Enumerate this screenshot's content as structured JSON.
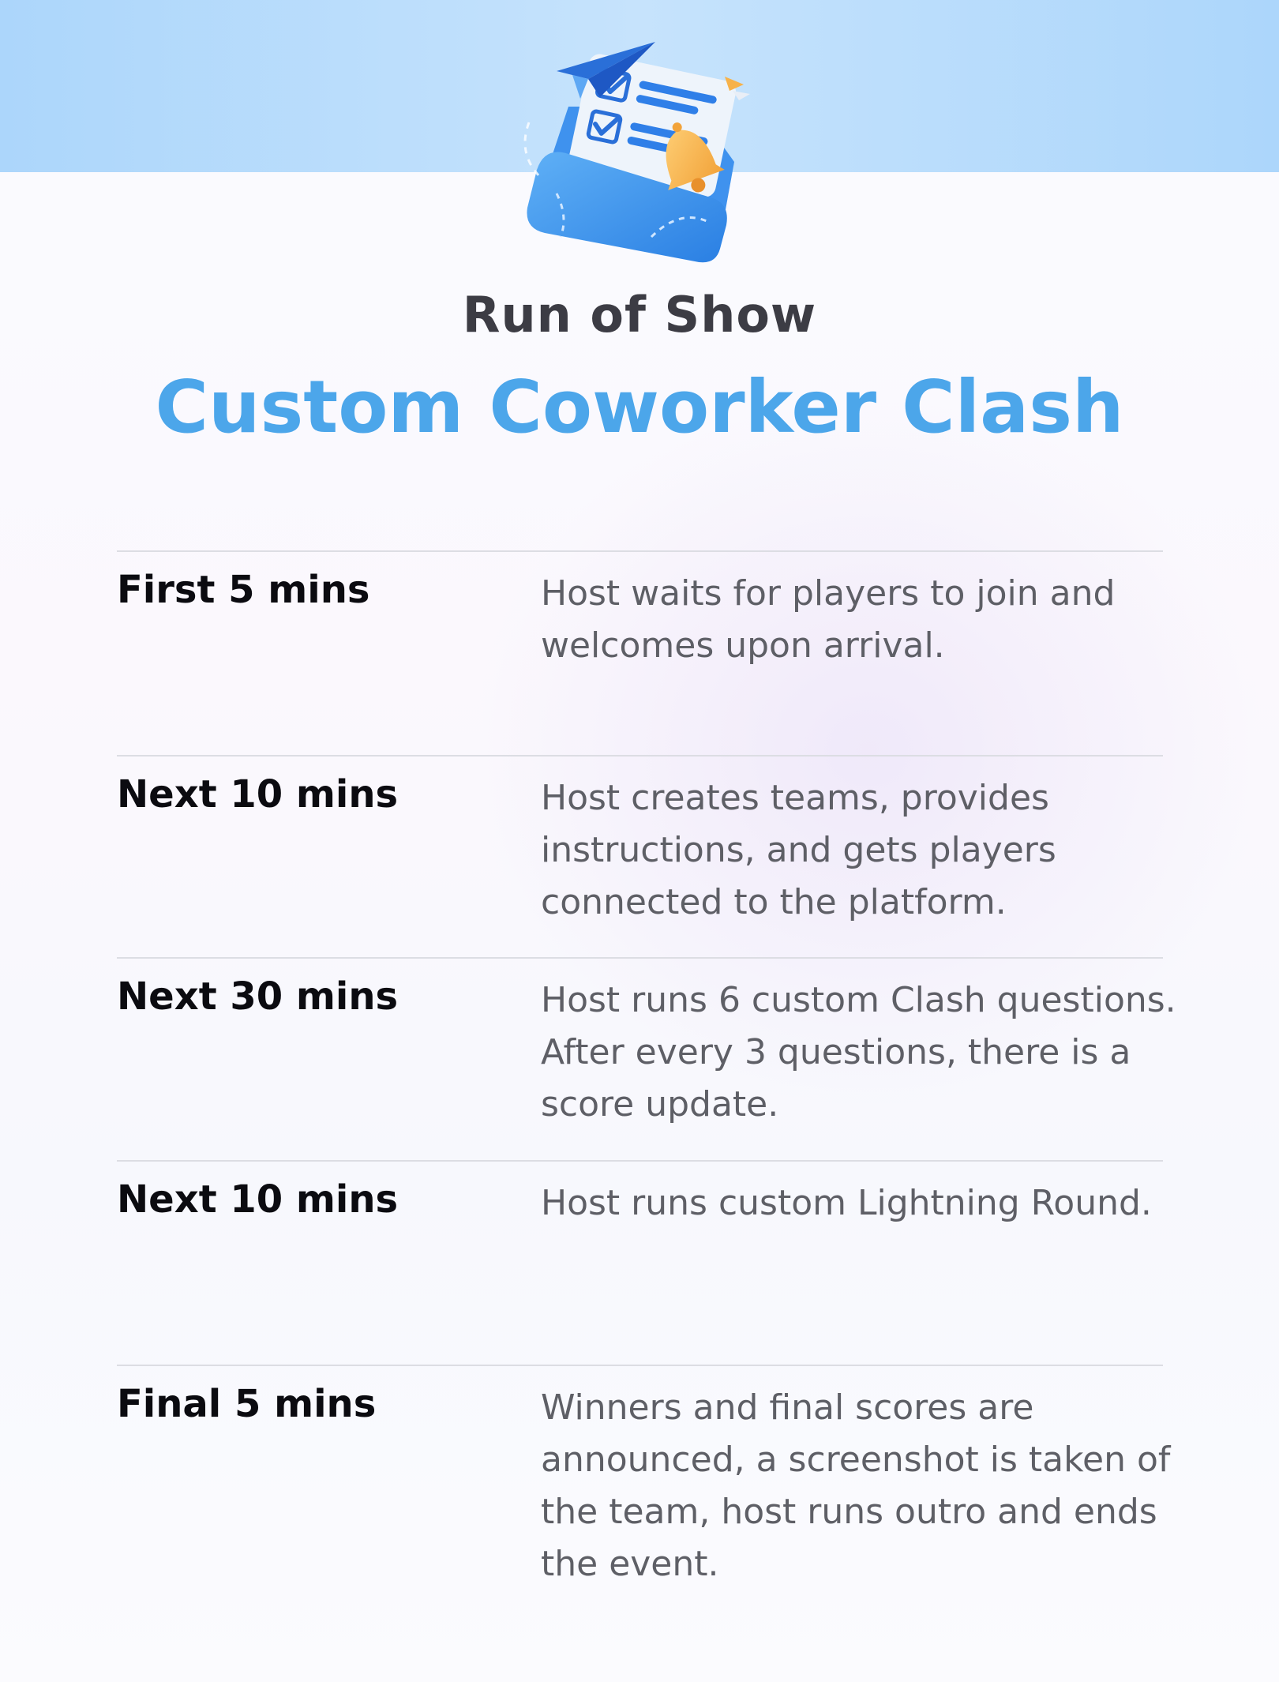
{
  "header": {
    "subtitle": "Run of Show",
    "title": "Custom Coworker Clash"
  },
  "hero_icon": "checklist-envelope-icon",
  "colors": {
    "top_band": "#acd6fb",
    "title": "#4ca6ea",
    "subtitle": "#3c3c44",
    "time": "#0b0b10",
    "description": "#5e5f66",
    "divider": "#dcdde3"
  },
  "schedule": [
    {
      "time": "First 5 mins",
      "description": "Host waits for players to join and welcomes upon arrival."
    },
    {
      "time": "Next 10 mins",
      "description": "Host creates teams, provides instructions, and gets players connected to the platform."
    },
    {
      "time": "Next 30 mins",
      "description": "Host runs 6 custom Clash questions. After every 3 questions, there is a score update."
    },
    {
      "time": "Next 10 mins",
      "description": "Host runs custom Lightning Round."
    },
    {
      "time": "Final 5 mins",
      "description": "Winners and final scores are announced, a screenshot is taken of the team, host runs outro and ends the event."
    }
  ]
}
